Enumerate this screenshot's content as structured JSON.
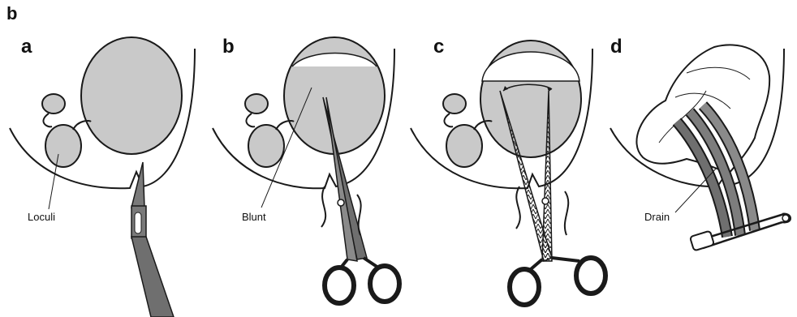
{
  "figure_label": "b",
  "panels": [
    {
      "letter": "a",
      "callout": "Loculi"
    },
    {
      "letter": "b",
      "callout": "Blunt"
    },
    {
      "letter": "c",
      "callout": ""
    },
    {
      "letter": "d",
      "callout": "Drain"
    }
  ],
  "colors": {
    "abscess_fill": "#c9c9c9",
    "outline": "#1a1a1a",
    "instrument": "#6f6f6f",
    "background": "#ffffff"
  }
}
